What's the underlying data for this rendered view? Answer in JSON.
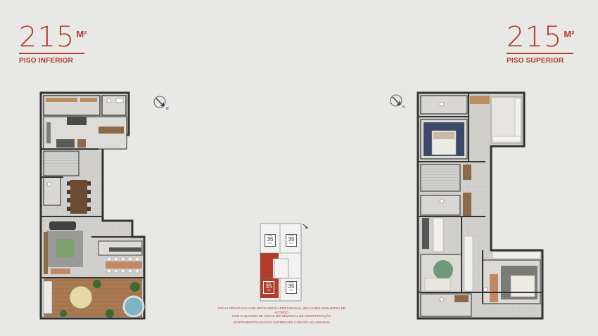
{
  "left": {
    "area": "215",
    "unit": "M²",
    "floor": "PISO INFERIOR"
  },
  "right": {
    "area": "215",
    "unit": "M²",
    "floor": "PISO SUPERIOR"
  },
  "key_plan": {
    "units": [
      {
        "tag": "FINAL",
        "number": "35",
        "sub": "TIPO"
      },
      {
        "tag": "FINAL",
        "number": "35",
        "sub": "TIPO"
      },
      {
        "tag": "FINAL",
        "number": "35",
        "sub": "TIPO"
      },
      {
        "tag": "FINAL",
        "number": "35",
        "sub": "TIPO"
      }
    ],
    "highlight_color": "#b13c29"
  },
  "notes": {
    "line1": "ÁREAS PRIVATIVAS COM METRAGENS APROXIMADAS, INCLUINDO SEGUINTES DE ACORDO",
    "line2": "COM O QUADRO DE ÁREAS NO MEMORIAL DE INCORPORAÇÃO",
    "line3": "APARTAMENTOS DUPLEX ENTREGUES COM SPA NA VARANDA"
  },
  "colors": {
    "accent": "#b13c29",
    "background": "#e8e8e7",
    "walls": "#3a3a3a"
  }
}
